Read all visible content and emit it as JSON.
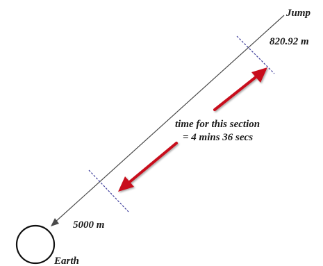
{
  "labels": {
    "jump": "Jump",
    "jump_distance": "820.92 m",
    "section_time_line1": "time for this section",
    "section_time_line2": "= 4 mins 36 secs",
    "lower_distance": "5000 m",
    "earth": "Earth"
  },
  "colors": {
    "trajectory": "#4a4a4a",
    "marker": "#3b3b9a",
    "arrow": "#c8101a",
    "text": "#1a1a1a",
    "earth_outline": "#111111"
  }
}
